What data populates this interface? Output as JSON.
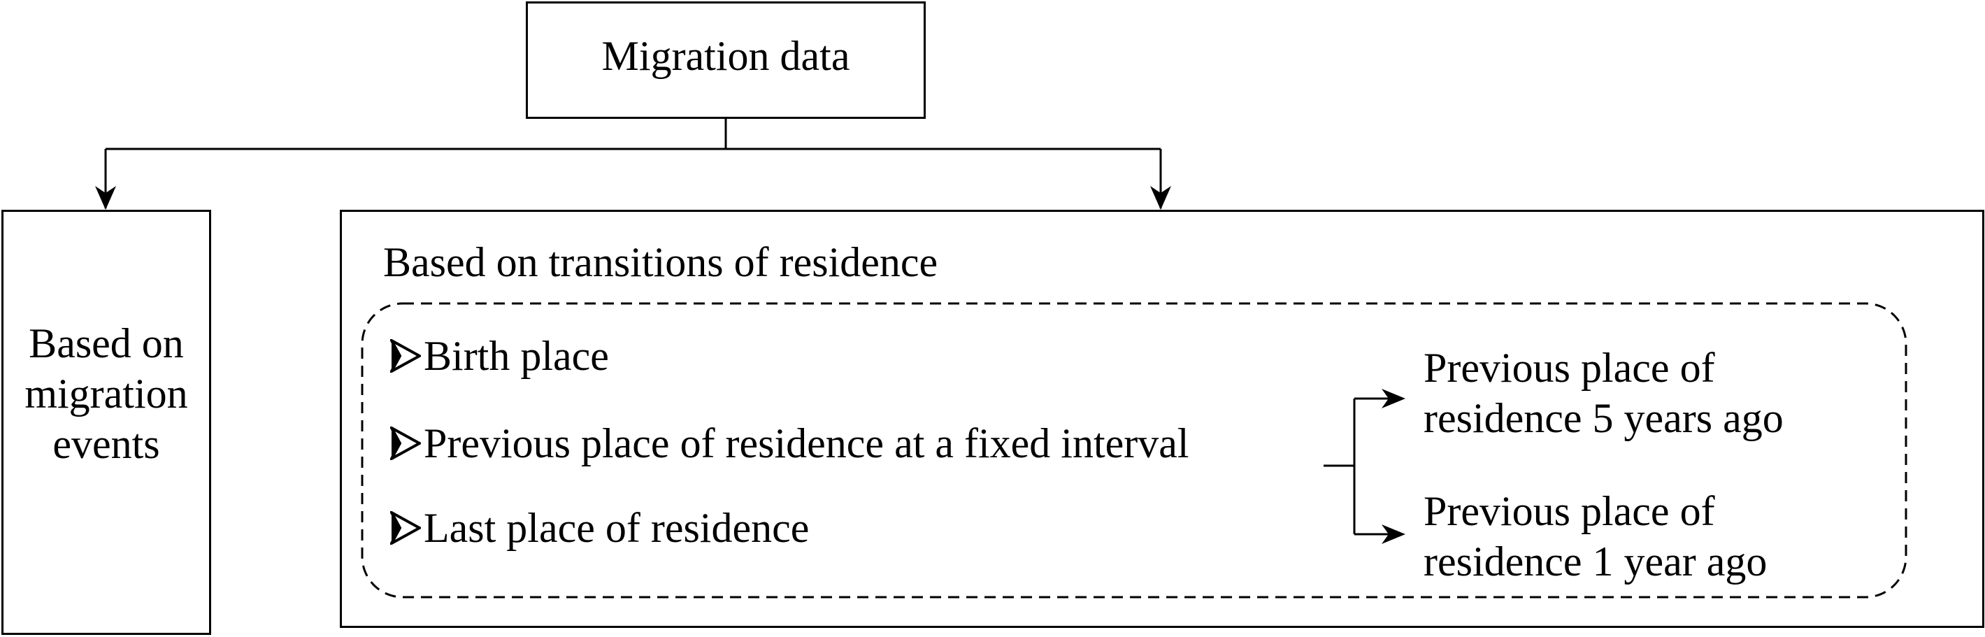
{
  "root": {
    "label": "Migration data"
  },
  "left_box": {
    "label": "Based on migration events"
  },
  "right_box": {
    "title": "Based on transitions of residence",
    "items": [
      "Birth place",
      "Previous place of residence at a fixed interval",
      "Last place of residence"
    ],
    "sub_items": [
      "Previous place of residence 5 years ago",
      "Previous place of residence 1 year ago"
    ]
  }
}
